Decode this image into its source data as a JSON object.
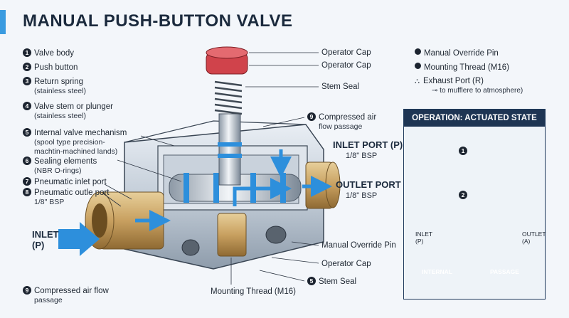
{
  "title": "MANUAL PUSH-BUTTON VALVE",
  "left_callouts": [
    {
      "n": "1",
      "label": "Valve body",
      "sub": ""
    },
    {
      "n": "2",
      "label": "Push button",
      "sub": ""
    },
    {
      "n": "3",
      "label": "Return spring",
      "sub": "(stainless steel)"
    },
    {
      "n": "4",
      "label": "Valve stem or plunger",
      "sub": "(stainless steel)"
    },
    {
      "n": "5",
      "label": "Internal valve mechanism",
      "sub": "(spool type precision-machtin-machined lands)"
    },
    {
      "n": "6",
      "label": "Sealing elements",
      "sub": "(NBR O-rings)"
    },
    {
      "n": "7",
      "label": "Pneumatic inlet port",
      "sub": ""
    },
    {
      "n": "8",
      "label": "Pneumatic outle port",
      "sub": "1/8\" BSP"
    },
    {
      "n": "9",
      "label": "Compressed air flow",
      "sub": "passage"
    }
  ],
  "right_callouts": {
    "operator_cap_1": "Operator Cap",
    "operator_cap_2": "Operator Cap",
    "stem_seal_1": "Stem Seal",
    "compressed_air": {
      "n": "9",
      "label": "Compressed air",
      "sub": "flow passage"
    },
    "inlet_port": {
      "label": "INLET PORT (P)",
      "sub": "1/8\" BSP"
    },
    "outlet_port": {
      "label": "OUTLET PORT (A)",
      "sub": "1/8\" BSP"
    },
    "manual_override": "Manual  Override Pin",
    "operator_cap_3": "Operator Cap",
    "stem_seal_2": {
      "n": "5",
      "label": "Stem Seal"
    },
    "mounting_thread": "Mounting Thread (M16)"
  },
  "inlet_arrow": {
    "line1": "INLET",
    "line2": "(P)"
  },
  "legend": [
    {
      "icon": "dot-icon",
      "label": "Manual Override Pin",
      "sub": ""
    },
    {
      "icon": "dot-icon",
      "label": "Mounting Thread (M16)",
      "sub": ""
    },
    {
      "icon": "exhaust-icon",
      "label": "Exhaust Port (R)",
      "sub": "to mufflere to atmosphere)"
    }
  ],
  "panel": {
    "title": "OPERATION: ACTUATED STATE",
    "n1": "1",
    "n2": "2",
    "inlet": "INLET (P)",
    "outlet": "OUTLET (A)",
    "internal": "INTERNAL",
    "passage": "PASSAGE"
  },
  "colors": {
    "accent": "#3a9be0",
    "cap": "#d0434b",
    "brass": "#c8a060",
    "flow": "#2d8fdc",
    "panel_head": "#1e3553"
  }
}
